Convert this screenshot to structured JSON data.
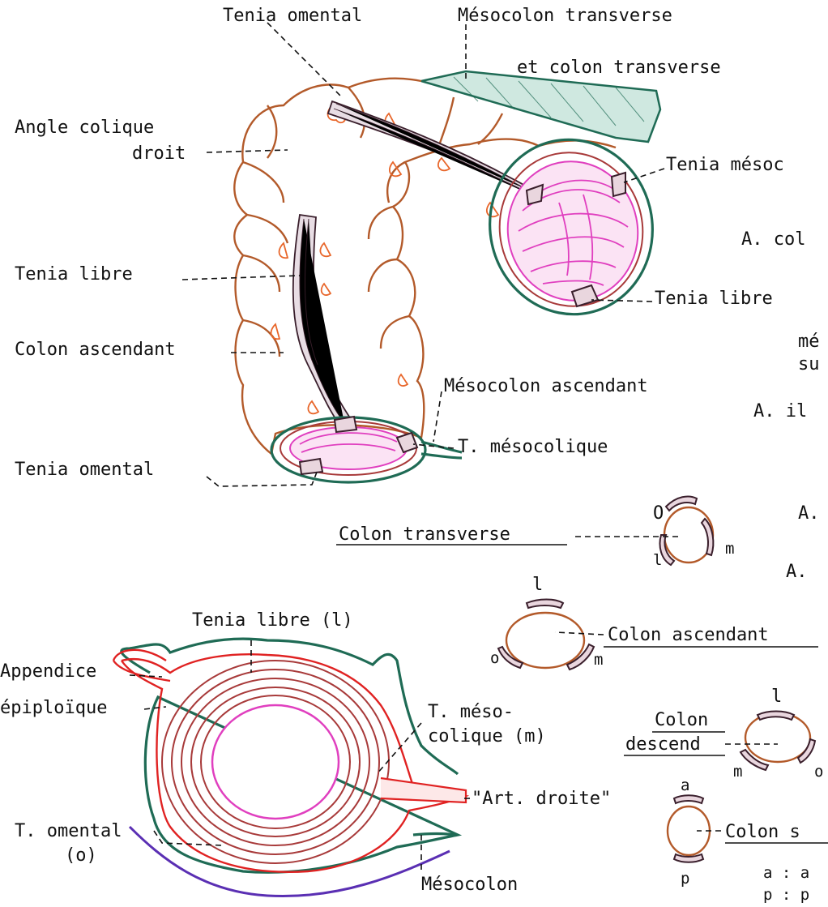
{
  "labels": {
    "tenia_omental_top": "Tenia omental",
    "mesocolon_transverse": "Mésocolon transverse",
    "et_colon_transverse": "et colon transverse",
    "angle_colique": "Angle colique",
    "droit": "droit",
    "tenia_mesoc": "Tenia mésoc",
    "a_col": "A. col",
    "tenia_libre_left": "Tenia libre",
    "tenia_libre_right": "Tenia libre",
    "me": "mé",
    "su": "su",
    "colon_ascendant_left": "Colon ascendant",
    "mesocolon_ascendant": "Mésocolon ascendant",
    "a_il": "A. il",
    "t_mesocolique": "T. mésocolique",
    "tenia_omental_bottom": "Tenia omental",
    "a_1": "A.",
    "a_2": "A.",
    "colon_transverse": "Colon transverse",
    "tenia_libre_l": "Tenia libre (l)",
    "colon_ascendant_right": "Colon ascendant",
    "appendice": "Appendice",
    "epiploique": "épiploïque",
    "t_meso": "T. méso-",
    "colique_m": "colique (m)",
    "colon": "Colon",
    "descend": "descend",
    "art_droite": "\"Art. droite\"",
    "t_omental": "T. omental",
    "o_paren": "(o)",
    "colon_s": "Colon s",
    "mesocolon_bottom": "Mésocolon",
    "legend_a": "a : a",
    "legend_p": "p : p"
  },
  "letters": {
    "o": "o",
    "O": "O",
    "m": "m",
    "l": "l",
    "a": "a",
    "p": "p"
  },
  "colors": {
    "outline": "#b35a2a",
    "mesentery": "#1f6b55",
    "mucosa": "#e03fbf",
    "wall_red": "#e02222",
    "tenia_band": "#3a1f2c"
  }
}
